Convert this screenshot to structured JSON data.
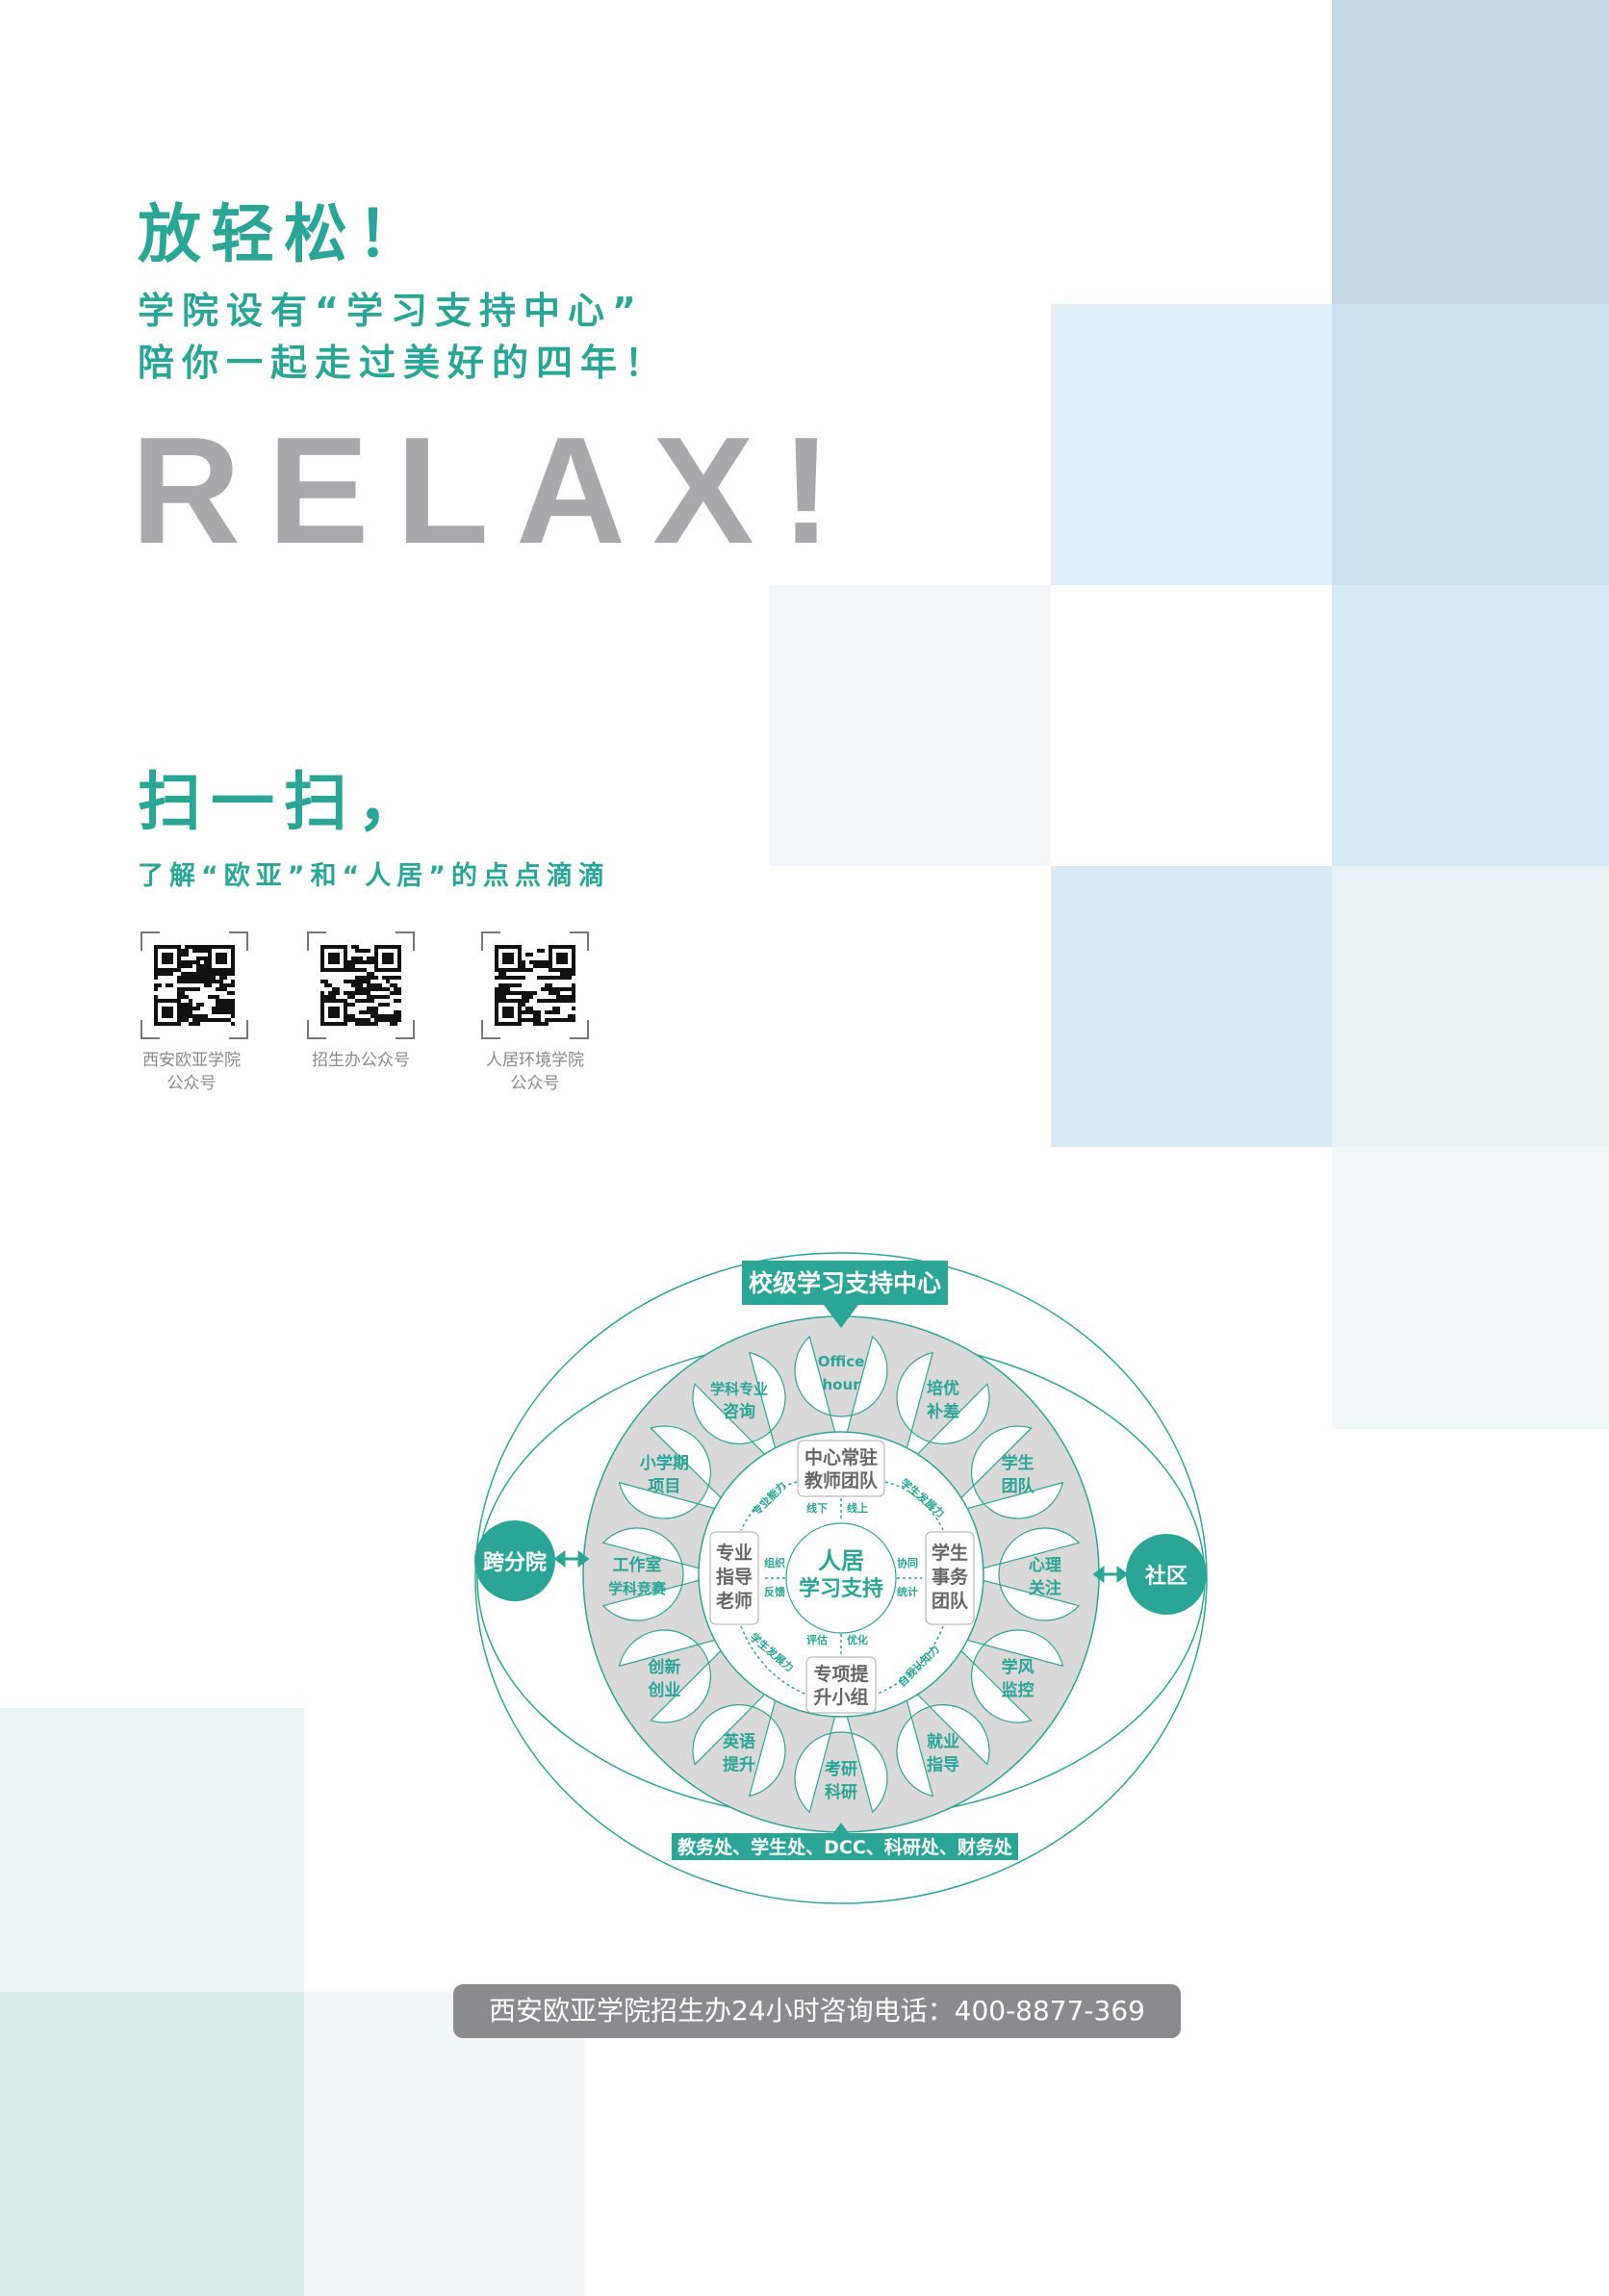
{
  "headline": {
    "title": "放轻松！",
    "line1": "学院设有“学习支持中心”",
    "line2": "陪你一起走过美好的四年！",
    "relax": "RELAX!"
  },
  "scan": {
    "title": "扫一扫，",
    "subtitle": "了解“欧亚”和“人居”的点点滴滴",
    "qrcodes": [
      {
        "label1": "西安欧亚学院",
        "label2": "公众号"
      },
      {
        "label1": "招生办公众号",
        "label2": ""
      },
      {
        "label1": "人居环境学院",
        "label2": "公众号"
      }
    ]
  },
  "diagram": {
    "top_label": "校级学习支持中心",
    "bottom_label": "教务处、学生处、DCC、科研处、财务处",
    "left_node": "跨分院",
    "right_node": "社区",
    "center": {
      "line1": "人居",
      "line2": "学习支持"
    },
    "inner": [
      {
        "l1": "中心常驻",
        "l2": "教师团队"
      },
      {
        "l1": "学生",
        "l2": "事务",
        "l3": "团队"
      },
      {
        "l1": "专项提",
        "l2": "升小组"
      },
      {
        "l1": "专业",
        "l2": "指导",
        "l3": "老师"
      }
    ],
    "links": {
      "top_a": "线下",
      "top_b": "线上",
      "right_a": "协同",
      "right_b": "统计",
      "bottom_a": "评估",
      "bottom_b": "优化",
      "left_a": "组织",
      "left_b": "反馈",
      "arc_tl": "专业能力",
      "arc_tr": "学生发展力",
      "arc_bl": "学生发展力",
      "arc_br": "自我认知力"
    },
    "bubbles": [
      {
        "l1": "Office",
        "l2": "hour"
      },
      {
        "l1": "培优",
        "l2": "补差"
      },
      {
        "l1": "学生",
        "l2": "团队"
      },
      {
        "l1": "心理",
        "l2": "关注"
      },
      {
        "l1": "学风",
        "l2": "监控"
      },
      {
        "l1": "就业",
        "l2": "指导"
      },
      {
        "l1": "考研",
        "l2": "科研"
      },
      {
        "l1": "英语",
        "l2": "提升"
      },
      {
        "l1": "创新",
        "l2": "创业"
      },
      {
        "l1": "工作室",
        "l2": "学科竞赛"
      },
      {
        "l1": "小学期",
        "l2": "项目"
      },
      {
        "l1": "学科专业",
        "l2": "咨询"
      }
    ]
  },
  "footer": {
    "phone": "西安欧亚学院招生办24小时咨询电话：400-8877-369"
  },
  "colors": {
    "teal": "#2aa596",
    "gray": "#8b8b8d"
  }
}
